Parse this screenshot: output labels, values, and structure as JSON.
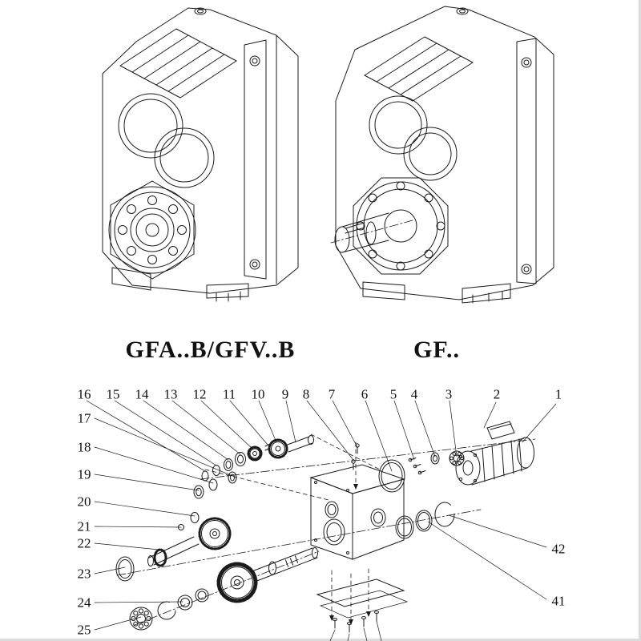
{
  "colors": {
    "line": "#1b1b1b",
    "background": "#ffffff"
  },
  "drawings": {
    "left_caption": "GFA..B/GFV..B",
    "right_caption": "GF.."
  },
  "parts_diagram": {
    "top_callouts": [
      "16",
      "15",
      "14",
      "13",
      "12",
      "11",
      "10",
      "9",
      "8",
      "7",
      "6",
      "5",
      "4",
      "3",
      "2",
      "1"
    ],
    "left_callouts": [
      "17",
      "18",
      "19",
      "20",
      "21",
      "22",
      "23",
      "24",
      "25"
    ],
    "right_callouts": [
      "42",
      "41"
    ]
  }
}
